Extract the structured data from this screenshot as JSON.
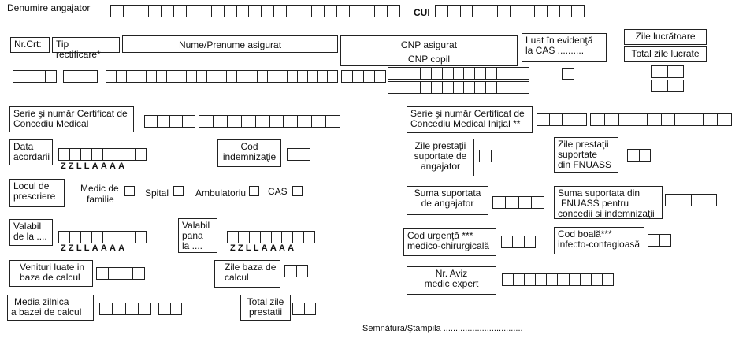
{
  "header": {
    "employer_name_label": "Denumire angajator",
    "cui_label": "CUI"
  },
  "table_header": {
    "nr_crt": "Nr.Crt:",
    "tip_rectificare": "Tip rectificare*",
    "nume_prenume": "Nume/Prenume asigurat",
    "cnp_asigurat": "CNP asigurat",
    "cnp_copil": "CNP copil",
    "luat_in_evidenta": "Luat în evidenţă",
    "la_cas": "la CAS ..........",
    "zile_lucratoare": "Zile lucrătoare",
    "total_zile_lucrate": "Total zile lucrate"
  },
  "left": {
    "serie_certificat_1": "Serie şi număr Certificat de",
    "serie_certificat_2": "Concediu Medical",
    "data_acordarii_1": "Data",
    "data_acordarii_2": "acordarii",
    "date_format": "ZZLLAAAA",
    "cod_indemnizatie_1": "Cod",
    "cod_indemnizatie_2": "indemnizaţie",
    "locul_prescriere_1": "Locul de",
    "locul_prescriere_2": "prescriere",
    "medic_familie_1": "Medic de",
    "medic_familie_2": "familie",
    "spital": "Spital",
    "ambulatoriu": "Ambulatoriu",
    "cas": "CAS",
    "valabil_de_la_1": "Valabil",
    "valabil_de_la_2": "de la ....",
    "valabil_pana_1": "Valabil",
    "valabil_pana_2": "pana",
    "valabil_pana_3": "la ....",
    "venituri_1": "Venituri luate in",
    "venituri_2": "baza de calcul",
    "zile_baza_1": "Zile baza de",
    "zile_baza_2": "calcul",
    "media_zilnica_1": "Media zilnica",
    "media_zilnica_2": "a bazei de calcul",
    "total_zile_prestatii_1": "Total zile",
    "total_zile_prestatii_2": "prestatii"
  },
  "right": {
    "serie_initial_1": "Serie şi număr Certificat de",
    "serie_initial_2": "Concediu Medical Iniţial **",
    "zile_angajator_1": "Zile prestaţii",
    "zile_angajator_2": "suportate de",
    "zile_angajator_3": "angajator",
    "zile_fnuass_1": "Zile prestaţii",
    "zile_fnuass_2": "suportate",
    "zile_fnuass_3": "din FNUASS",
    "suma_angajator_1": "Suma suportata",
    "suma_angajator_2": "de angajator",
    "suma_fnuass_1": "Suma suportata din",
    "suma_fnuass_2": "FNUASS pentru",
    "suma_fnuass_3": "concedii si indemnizaţii",
    "cod_urgenta_1": "Cod urgenţă ***",
    "cod_urgenta_2": "medico-chirurgicală",
    "cod_boala_1": "Cod boală***",
    "cod_boala_2": "infecto-contagioasă",
    "nr_aviz_1": "Nr. Aviz",
    "nr_aviz_2": "medic expert"
  },
  "footer": {
    "semnatura": "Semnătura/Ştampila ................................."
  }
}
